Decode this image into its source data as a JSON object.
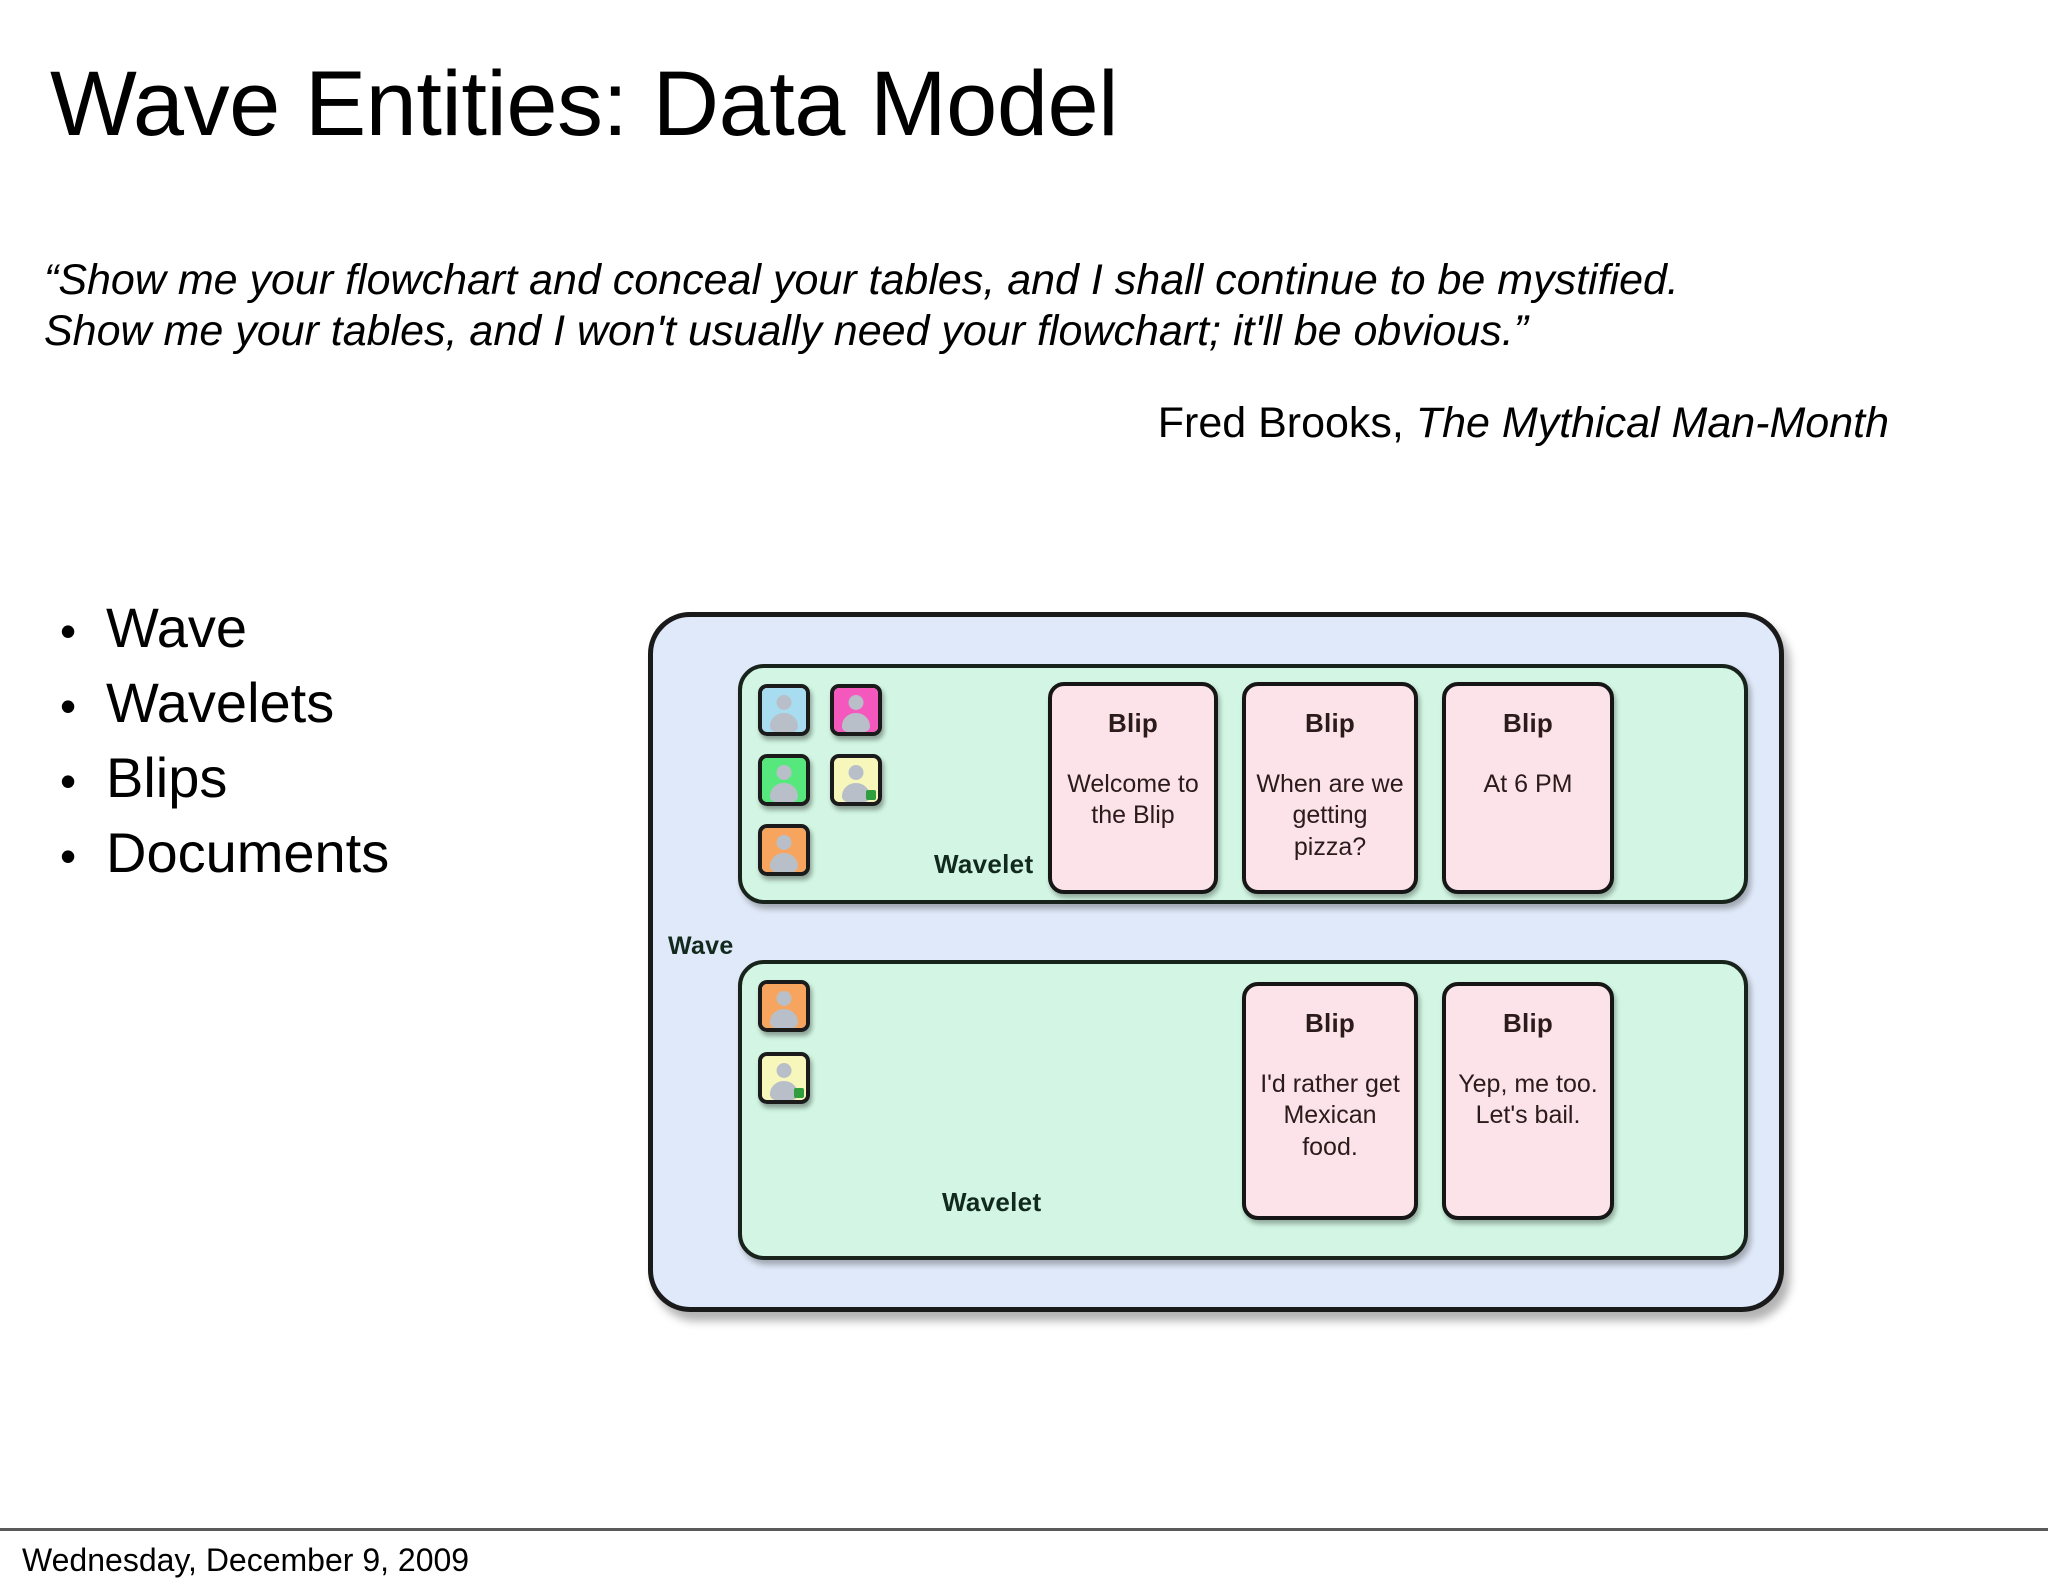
{
  "slide": {
    "title": "Wave Entities: Data Model",
    "quote": {
      "line1": "“Show me your flowchart and conceal your tables, and I shall continue to be mystified.",
      "line2": "Show me your tables, and I won't usually need your flowchart; it'll be obvious.”",
      "attribution_author": "Fred Brooks, ",
      "attribution_work": "The Mythical Man-Month"
    },
    "bullets": [
      {
        "marker": "•",
        "label": "Wave"
      },
      {
        "marker": "•",
        "label": "Wavelets"
      },
      {
        "marker": "•",
        "label": "Blips"
      },
      {
        "marker": "•",
        "label": "Documents"
      }
    ],
    "footer": {
      "date": "Wednesday, December 9, 2009"
    }
  },
  "diagram": {
    "wave_label": "Wave",
    "colors": {
      "wave_fill": "#e0e9f9",
      "wavelet_fill": "#d2f6e3",
      "blip_fill": "#fbe3e9",
      "border": "#161616",
      "avatar_blue": "#a8dcf0",
      "avatar_pink": "#f558bd",
      "avatar_green": "#57e87d",
      "avatar_yellow": "#f7f7bc",
      "avatar_orange": "#f7a55e",
      "avatar_person": "#b9bfc9",
      "status_dot": "#2f9e3f"
    },
    "wavelets": [
      {
        "label": "Wavelet",
        "avatars": [
          {
            "name": "avatar-blue",
            "color": "#a8dcf0",
            "status": false
          },
          {
            "name": "avatar-pink",
            "color": "#f558bd",
            "status": false
          },
          {
            "name": "avatar-green",
            "color": "#57e87d",
            "status": false
          },
          {
            "name": "avatar-yellow",
            "color": "#f7f7bc",
            "status": true
          },
          {
            "name": "avatar-orange",
            "color": "#f7a55e",
            "status": false
          }
        ],
        "blips": [
          {
            "title": "Blip",
            "text_line1": "Welcome to",
            "text_line2": "the Blip"
          },
          {
            "title": "Blip",
            "text_line1": "When are we",
            "text_line2": "getting pizza?"
          },
          {
            "title": "Blip",
            "text_line1": "At 6 PM",
            "text_line2": ""
          }
        ]
      },
      {
        "label": "Wavelet",
        "avatars": [
          {
            "name": "avatar-orange",
            "color": "#f7a55e",
            "status": false
          },
          {
            "name": "avatar-yellow",
            "color": "#f7f7bc",
            "status": true
          }
        ],
        "blips": [
          {
            "title": "Blip",
            "text_line1": "I'd rather get",
            "text_line2": "Mexican food."
          },
          {
            "title": "Blip",
            "text_line1": "Yep, me too.",
            "text_line2": "Let's bail."
          }
        ]
      }
    ]
  }
}
